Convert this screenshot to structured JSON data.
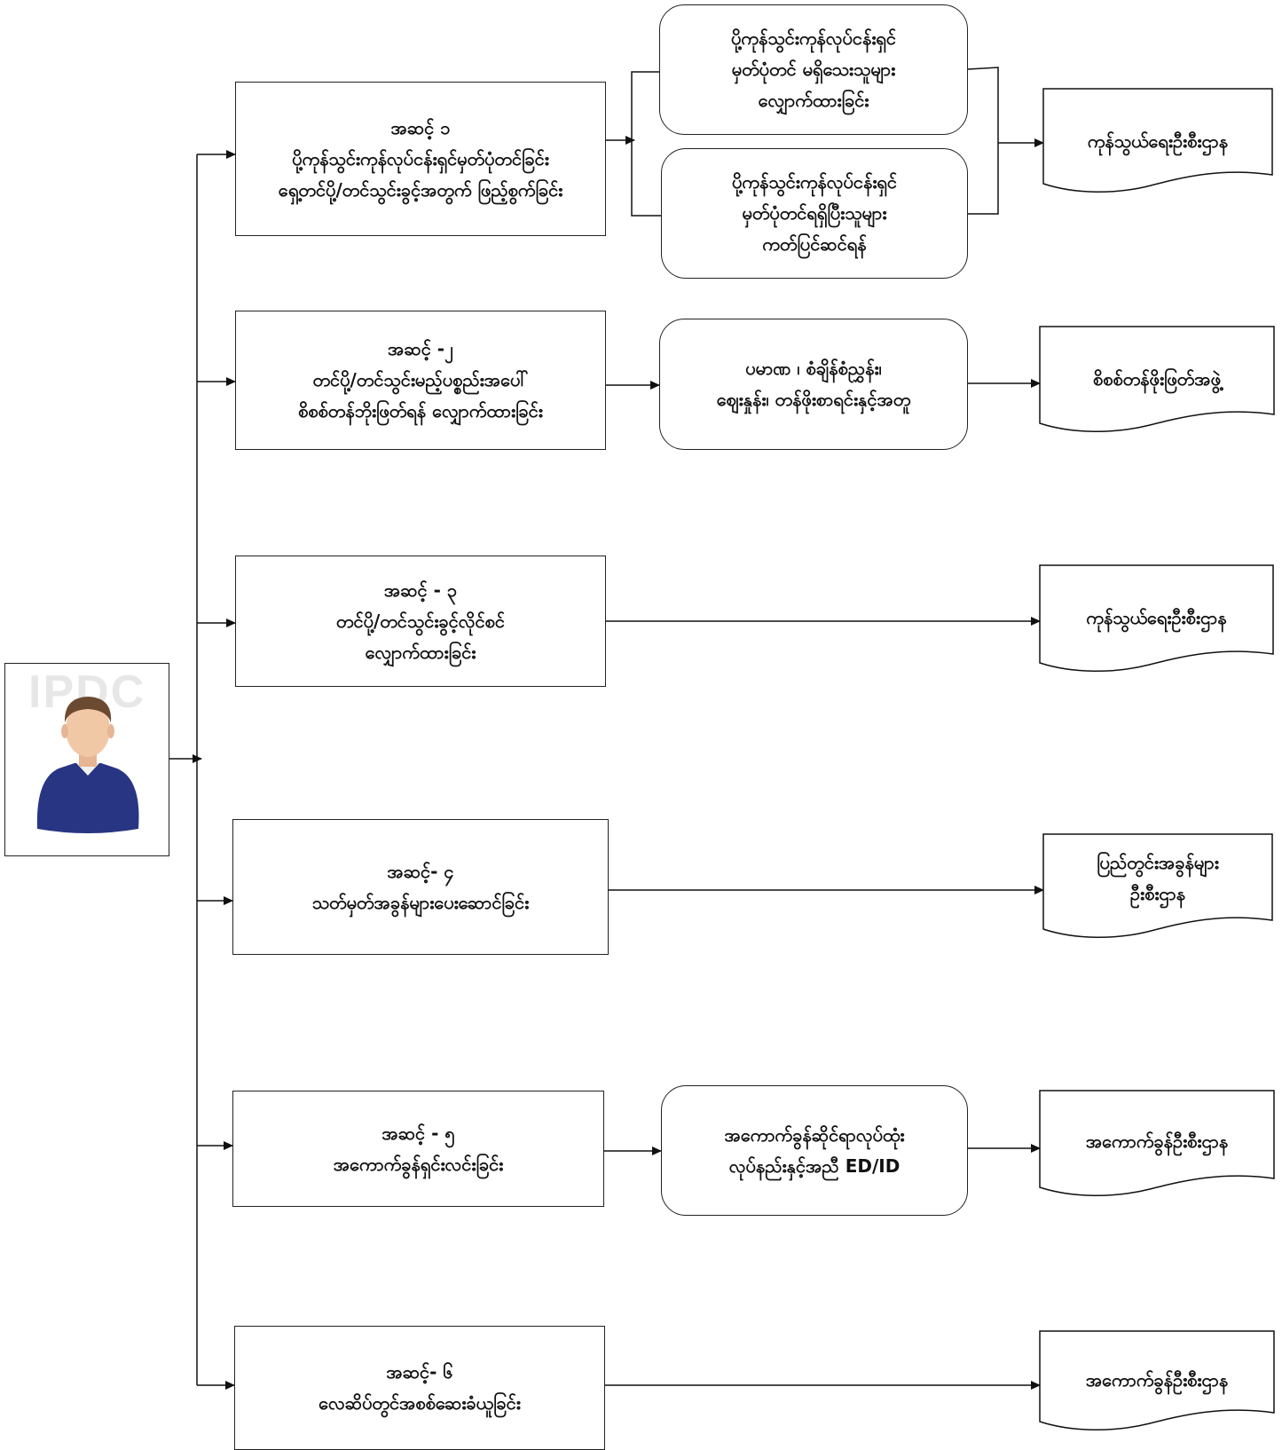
{
  "diagram": {
    "steps": [
      {
        "heading": "အဆင့် ၁",
        "lines": [
          "ပို့ကုန်သွင်းကုန်လုပ်ငန်းရှင်မှတ်ပုံတင်ခြင်း",
          "ရှေ့တင်ပို့/တင်သွင်းခွင့်အတွက် ဖြည့်စွက်ခြင်း"
        ]
      },
      {
        "heading": "အဆင့် -၂",
        "lines": [
          "တင်ပို့/တင်သွင်းမည့်ပစ္စည်းအပေါ်",
          "စိစစ်တန်ဘိုးဖြတ်ရန် လျှောက်ထားခြင်း"
        ]
      },
      {
        "heading": "အဆင့် - ၃",
        "lines": [
          "တင်ပို့/တင်သွင်းခွင့်လိုင်စင်",
          "လျှောက်ထားခြင်း"
        ]
      },
      {
        "heading": "အဆင့်- ၄",
        "lines": [
          "သတ်မှတ်အခွန်များပေးဆောင်ခြင်း"
        ]
      },
      {
        "heading": "အဆင့် - ၅",
        "lines": [
          "အကောက်ခွန်ရှင်းလင်းခြင်း"
        ]
      },
      {
        "heading": "အဆင့်- ၆",
        "lines": [
          "လေဆိပ်တွင်အစစ်ဆေးခံယူခြင်း"
        ]
      }
    ],
    "middle": [
      {
        "lines": [
          "ပို့ကုန်သွင်းကုန်လုပ်ငန်းရှင်",
          "မှတ်ပုံတင် မရှိသေးသူများ",
          "လျှောက်ထားခြင်း"
        ]
      },
      {
        "lines": [
          "ပို့ကုန်သွင်းကုန်လုပ်ငန်းရှင်",
          "မှတ်ပုံတင်ရရှိပြီးသူများ",
          "ကတ်ပြင်ဆင်ရန်"
        ]
      },
      {
        "lines": [
          "ပမာဏ ၊ စံချိန်စံညွှန်း၊",
          "ဈေးနှုန်း၊ တန်ဖိုးစာရင်းနှင့်အတူ"
        ]
      },
      {
        "lines": [
          "အကောက်ခွန်ဆိုင်ရာလုပ်ထုံး",
          "လုပ်နည်းနှင့်အညီ ED/ID"
        ]
      }
    ],
    "departments": [
      {
        "lines": [
          "ကုန်သွယ်ရေးဦးစီးဌာန"
        ]
      },
      {
        "lines": [
          "စိစစ်တန်ဖိုးဖြတ်အဖွဲ့"
        ]
      },
      {
        "lines": [
          "ကုန်သွယ်ရေးဦးစီးဌာန"
        ]
      },
      {
        "lines": [
          "ပြည်တွင်းအခွန်များ",
          "ဦးစီးဌာန"
        ]
      },
      {
        "lines": [
          "အကောက်ခွန်ဦးစီးဌာန"
        ]
      },
      {
        "lines": [
          "အကောက်ခွန်ဦးစီးဌာန"
        ]
      }
    ],
    "actor": {
      "watermark": "IPDC",
      "icon": "person-avatar-icon"
    },
    "colors": {
      "stroke": "#111111",
      "skin": "#f1c8a6",
      "hair": "#6b4a32",
      "sweater": "#283583"
    }
  }
}
